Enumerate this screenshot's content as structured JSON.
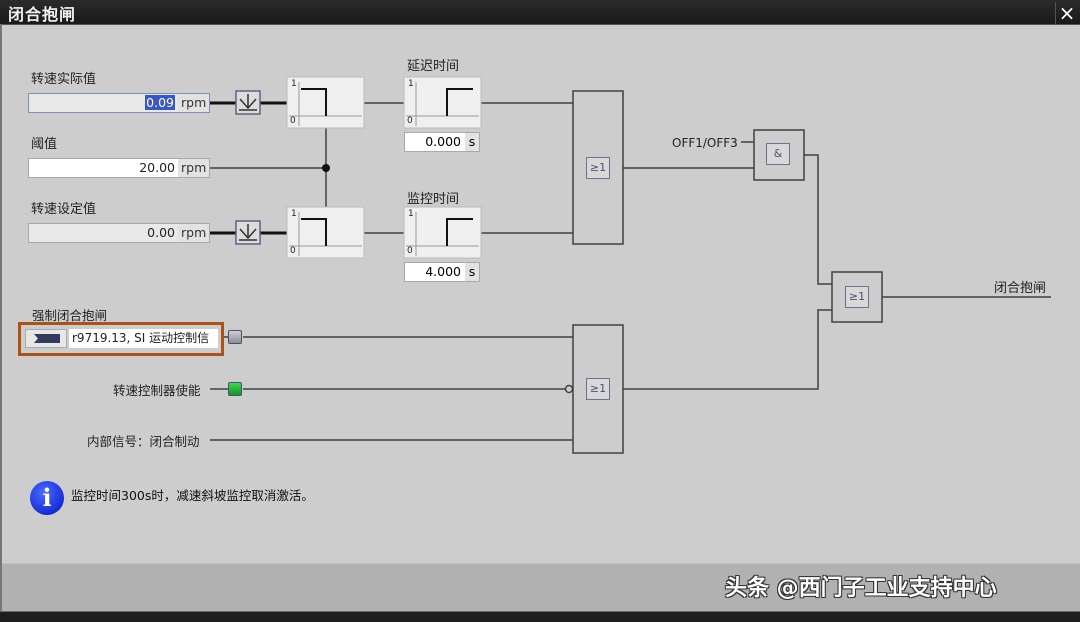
{
  "window": {
    "title": "闭合抱闸",
    "close_icon": "×"
  },
  "inputs": {
    "actual_speed": {
      "label": "转速实际值",
      "value": "0.09",
      "unit": "rpm"
    },
    "threshold": {
      "label": "阈值",
      "value": "20.00",
      "unit": "rpm"
    },
    "setpoint_speed": {
      "label": "转速设定值",
      "value": "0.00",
      "unit": "rpm"
    }
  },
  "timers": {
    "delay": {
      "label": "延迟时间",
      "value": "0.000",
      "unit": "s"
    },
    "monitor": {
      "label": "监控时间",
      "value": "4.000",
      "unit": "s"
    }
  },
  "comparator": {
    "high": "1",
    "low": "0"
  },
  "gates": {
    "or1": "≥1",
    "and1": "&",
    "or2": "≥1",
    "or3": "≥1"
  },
  "signals": {
    "off": "OFF1/OFF3",
    "output": "闭合抱闸",
    "force_close_label": "强制闭合抱闸",
    "force_close_source": "r9719.13, SI 运动控制信",
    "speed_ctrl_enable": "转速控制器使能",
    "internal_signal": "内部信号：闭合制动"
  },
  "status_colors": {
    "force_close": "#a0a0a0",
    "speed_ctrl_enable": "#1fa532",
    "highlight": "#a9531a"
  },
  "info": {
    "icon": "info-icon",
    "text": "监控时间300s时，减速斜坡监控取消激活。"
  },
  "watermark": "头条 @西门子工业支持中心"
}
